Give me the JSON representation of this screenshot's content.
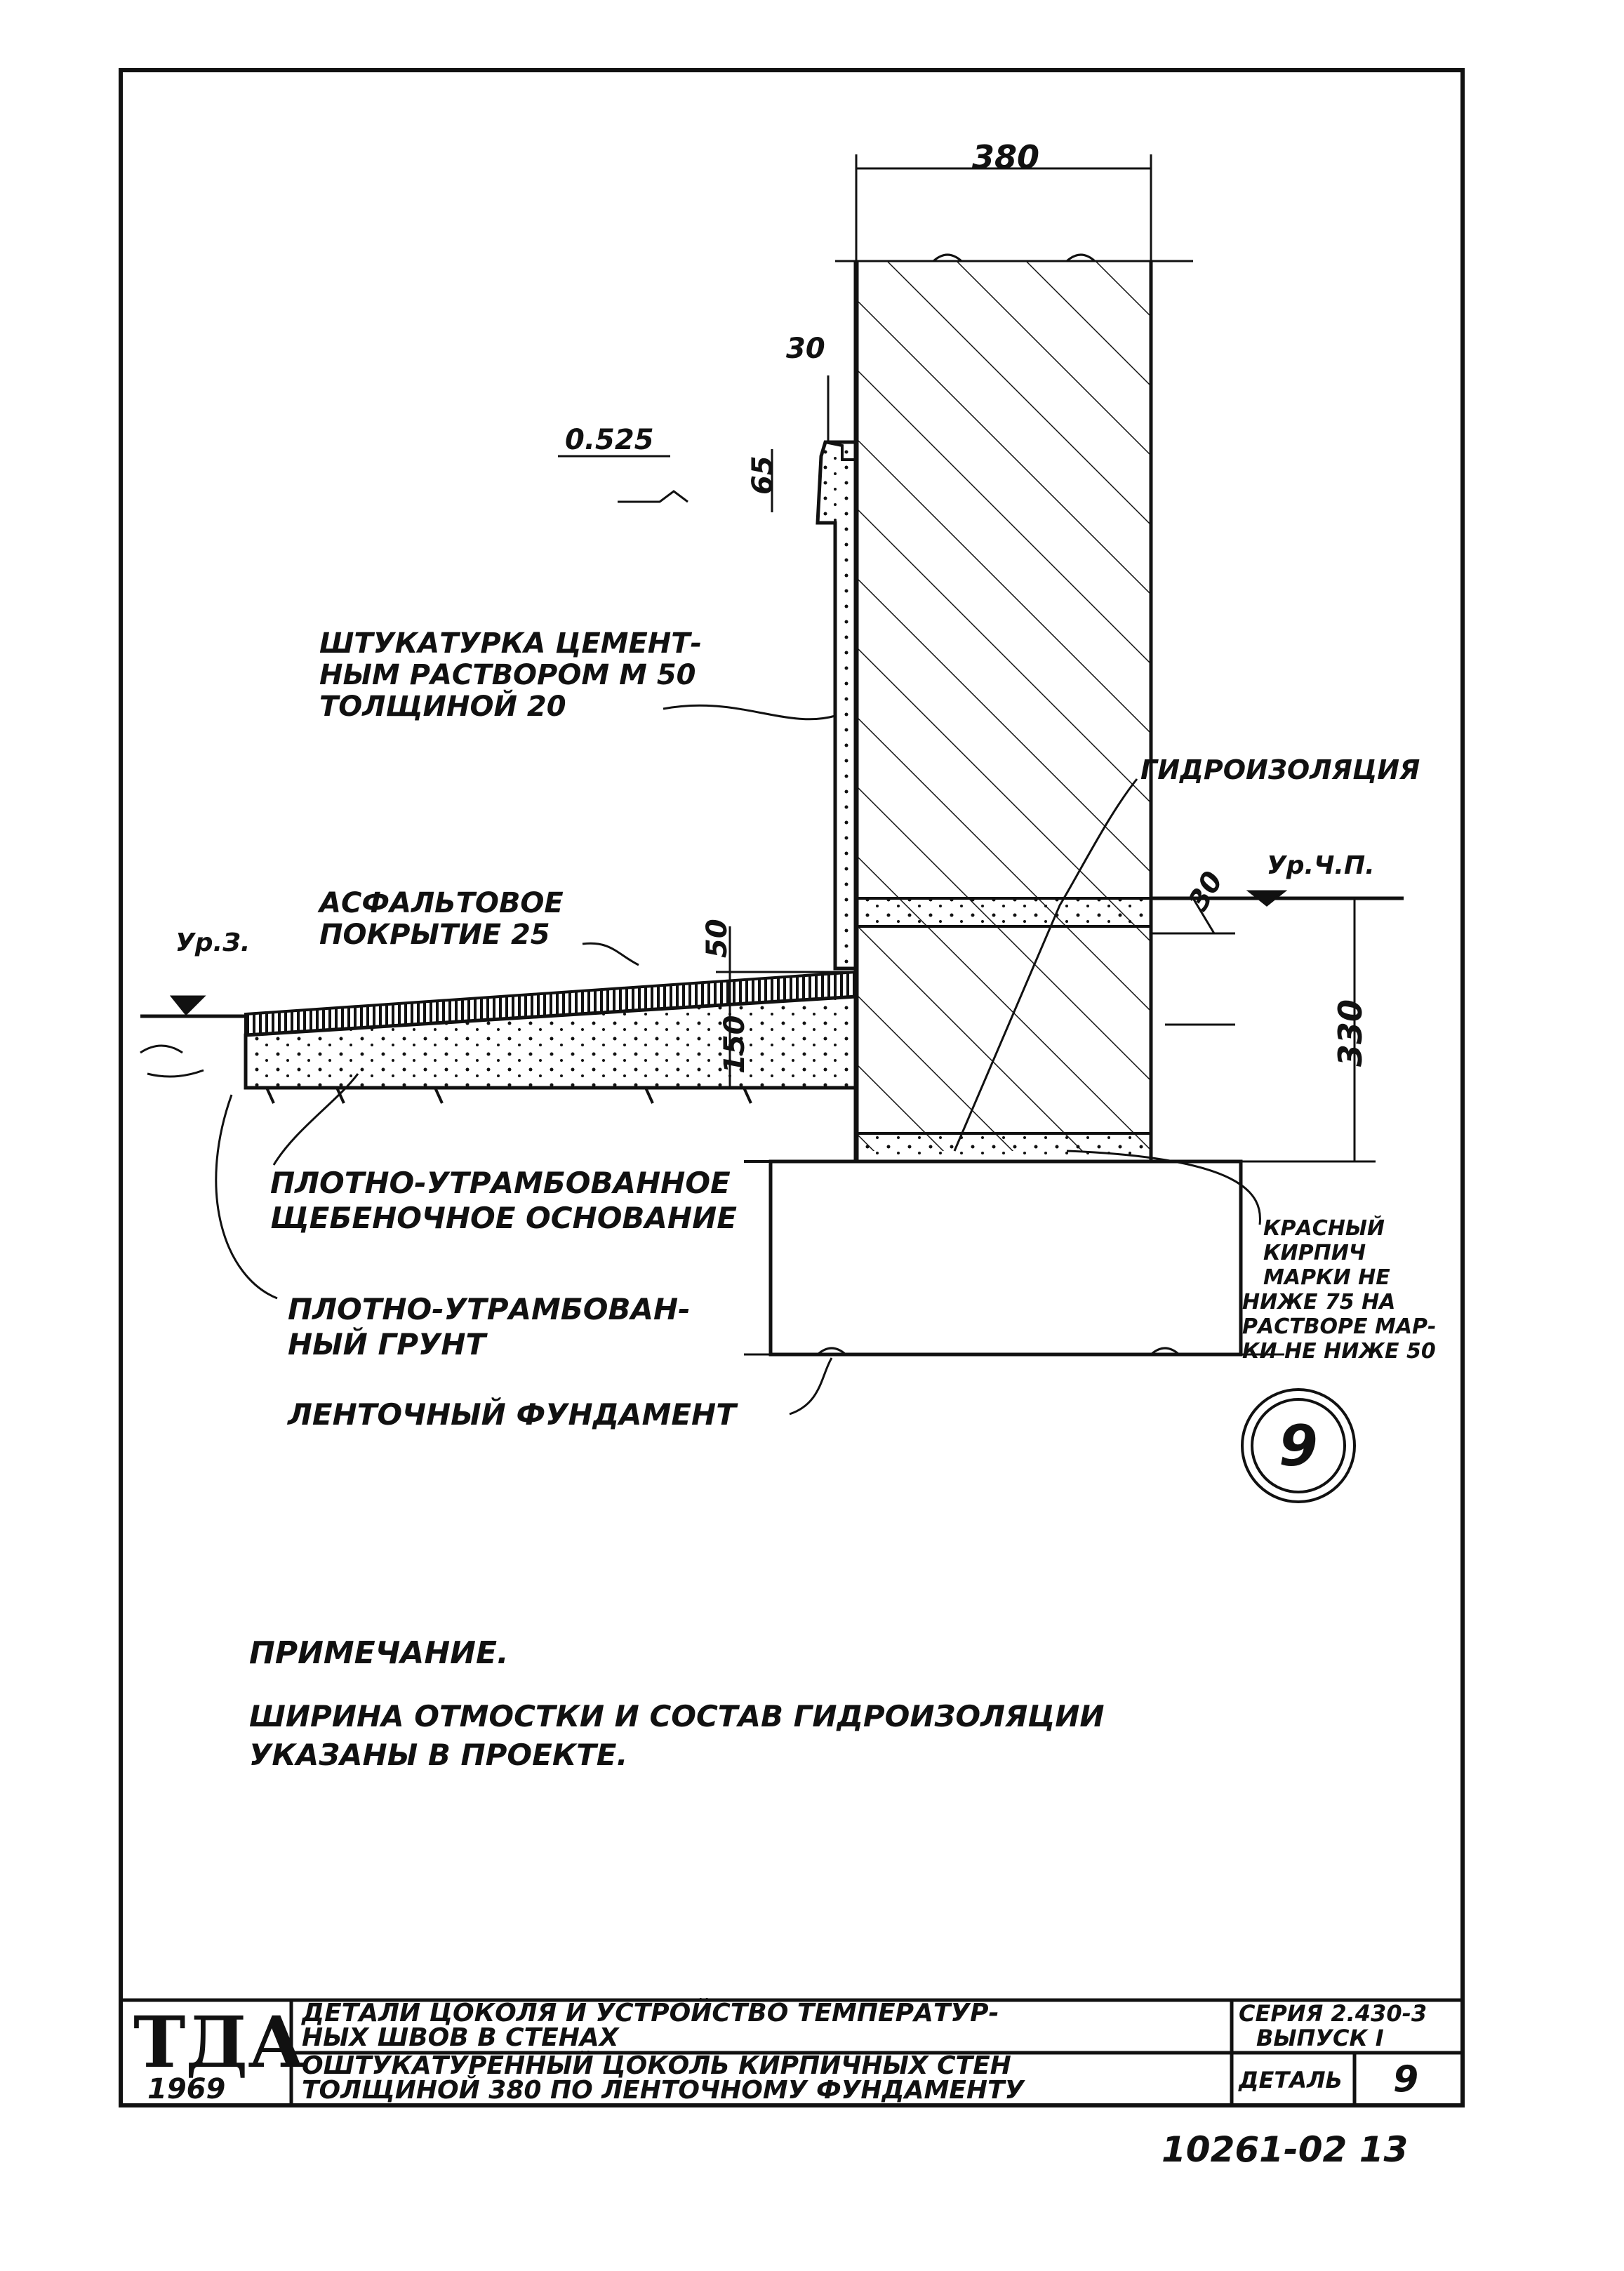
{
  "dims": {
    "wall_width": "380",
    "offset_top": "30",
    "plinth_step": "65",
    "dpc_height": "30",
    "asphalt_height": "50",
    "base_height": "150",
    "plinth_height": "330"
  },
  "levels": {
    "plinth_mark": "0.525",
    "ground_level": "Ур.З.",
    "floor_level": "Ур.Ч.П."
  },
  "labels": {
    "plaster": [
      "ШТУКАТУРКА ЦЕМЕНТ-",
      "НЫМ РАСТВОРОМ М 50",
      "ТОЛЩИНОЙ 20"
    ],
    "waterproofing": "ГИДРОИЗОЛЯЦИЯ",
    "asphalt": [
      "АСФАЛЬТОВОЕ",
      "ПОКРЫТИЕ 25"
    ],
    "gravel": [
      "ПЛОТНО-УТРАМБОВАННОЕ",
      "ЩЕБЕНОЧНОЕ ОСНОВАНИЕ"
    ],
    "soil": [
      "ПЛОТНО-УТРАМБОВАН-",
      "НЫЙ ГРУНТ"
    ],
    "strip": "ЛЕНТОЧНЫЙ ФУНДАМЕНТ",
    "brick": [
      "КРАСНЫЙ",
      "КИРПИЧ",
      "МАРКИ НЕ",
      "НИЖЕ 75 НА",
      "РАСТВОРЕ МАР-",
      "КИ НЕ НИЖЕ 50"
    ]
  },
  "detail_number": "9",
  "note": {
    "title": "ПРИМЕЧАНИЕ.",
    "lines": [
      "ШИРИНА ОТМОСТКИ И СОСТАВ ГИДРОИЗОЛЯЦИИ",
      "УКАЗАНЫ В ПРОЕКТЕ."
    ]
  },
  "title_block": {
    "logo": "ТДА",
    "year": "1969",
    "title_lines": [
      "ДЕТАЛИ ЦОКОЛЯ И УСТРОЙСТВО ТЕМПЕРАТУР-",
      "НЫХ ШВОВ В СТЕНАХ"
    ],
    "subtitle_lines": [
      "ОШТУКАТУРЕННЫЙ ЦОКОЛЬ КИРПИЧНЫХ СТЕН",
      "ТОЛЩИНОЙ 380 ПО ЛЕНТОЧНОМУ ФУНДАМЕНТУ"
    ],
    "series_lines": [
      "СЕРИЯ 2.430-3",
      "ВЫПУСК I"
    ],
    "detail_label": "ДЕТАЛЬ",
    "detail_value": "9"
  },
  "sheet_code": "10261-02 13"
}
